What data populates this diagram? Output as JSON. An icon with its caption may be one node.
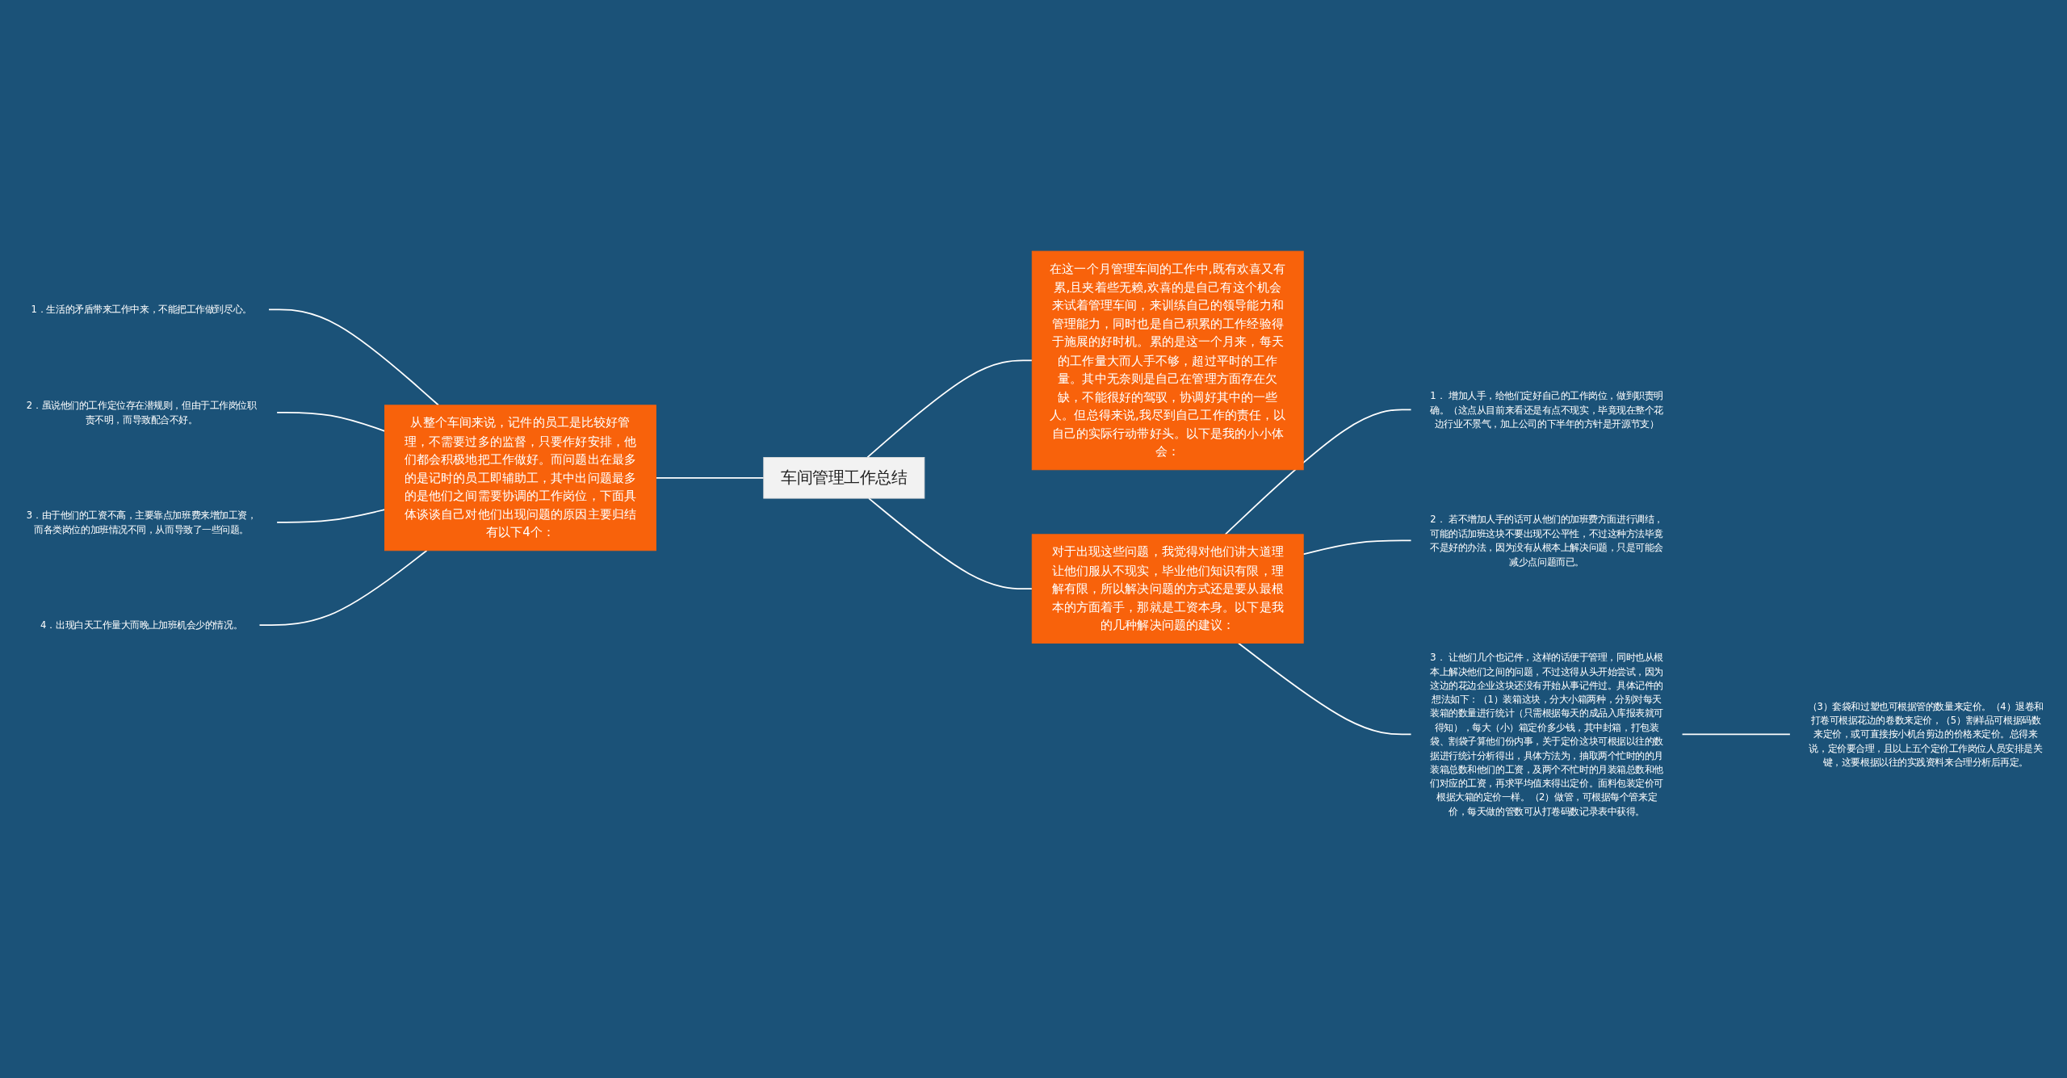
{
  "diagram": {
    "nodes": [
      {
        "text": [
          "车间管理工作总结"
        ]
      },
      {
        "text": [
          "从整个车间来说，记件的员工是比较好管理，不需要过多的监督，只要作好安排，他们都会积极地把工作做好。而问题出在最多的是记时的员工即辅助工，其中出问题最多的是他们之间需要协调的工作岗位，下面具体谈谈自己对他们出现问题的原因主要归结有以下4个："
        ]
      },
      {
        "text": [
          "1．生活的矛盾带来工作中来，不能把工作做到尽心。"
        ]
      },
      {
        "text": [
          "2．虽说他们的工作定位存在潜规则，但由于工作岗位职责不明，而导致配合不好。"
        ]
      },
      {
        "text": [
          "3．由于他们的工资不高，主要靠点加班费来增加工资，而各类岗位的加班情况不同，从而导致了一些问题。"
        ]
      },
      {
        "text": [
          "4．出现白天工作量大而晚上加班机会少的情况。"
        ]
      },
      {
        "text": [
          "在这一个月管理车间的工作中,既有欢喜又有累,且夹着些无赖,欢喜的是自己有这个机会来试着管理车间，来训练自己的领导能力和管理能力，同时也是自己积累的工作经验得于施展的好时机。累的是这一个月来，每天的工作量大而人手不够，超过平时的工作量。其中无奈则是自己在管理方面存在欠缺，不能很好的驾驭，协调好其中的一些人。但总得来说,我尽到自己工作的责任，以自己的实际行动带好头。以下是我的小小体会："
        ]
      },
      {
        "text": [
          "对于出现这些问题，我觉得对他们讲大道理让他们服从不现实，毕业他们知识有限，理解有限，所以解决问题的方式还是要从最根本的方面着手，那就是工资本身。以下是我的几种解决问题的建议："
        ]
      },
      {
        "text": [
          "1． 增加人手，给他们定好自己的工作岗位，做到职责明确。（这点从目前来看还是有点不现实，毕竟现在整个花边行业不景气，加上公司的下半年的方针是开源节支）"
        ]
      },
      {
        "text": [
          "2． 若不增加人手的话可从他们的加班费方面进行调结，可能的话加班这块不要出现不公平性，不过这种方法毕竟不是好的办法，因为没有从根本上解决问题，只是可能会减少点问题而已。"
        ]
      },
      {
        "text": [
          "3． 让他们几个也记件，这样的话便于管理，同时也从根本上解决他们之间的问题，不过这得从头开始尝试，因为这边的花边企业这块还没有开始从事记件过。具体记件的想法如下：（1）装箱这块，分大小箱两种，分别对每天装箱的数量进行统计（只需根据每天的成品入库报表就可得知），每大（小）箱定价多少钱，其中封箱，打包装袋、割袋子算他们份内事，关于定价这块可根据以往的数据进行统计分析得出，具体方法为，抽取两个忙时的的月装箱总数和他们的工资，及两个不忙时的月装箱总数和他们对应的工资，再求平均值来得出定价。面料包装定价可根据大箱的定价一样。（2）做管，可根据每个管来定价，每天做的管数可从打卷码数记录表中获得。"
        ]
      },
      {
        "text": [
          "（3）套袋和过塑也可根据管的数量来定价。（4）退卷和打卷可根据花边的卷数来定价，（5）割样品可根据码数来定价，或可直接按小机台剪边的价格来定价。总得来说，定价要合理，且以上五个定价工作岗位人员安排是关键，这要根据以往的实践资料来合理分析后再定。"
        ]
      }
    ],
    "edges": [
      {
        "from": 0,
        "to": 1,
        "arrow": "none"
      },
      {
        "from": 1,
        "to": 2,
        "arrow": "none"
      },
      {
        "from": 1,
        "to": 3,
        "arrow": "none"
      },
      {
        "from": 1,
        "to": 4,
        "arrow": "none"
      },
      {
        "from": 1,
        "to": 5,
        "arrow": "none"
      },
      {
        "from": 0,
        "to": 6,
        "arrow": "none"
      },
      {
        "from": 0,
        "to": 7,
        "arrow": "none"
      },
      {
        "from": 7,
        "to": 8,
        "arrow": "none"
      },
      {
        "from": 7,
        "to": 9,
        "arrow": "none"
      },
      {
        "from": 7,
        "to": 10,
        "arrow": "none"
      },
      {
        "from": 10,
        "to": 11,
        "arrow": "none"
      }
    ]
  }
}
